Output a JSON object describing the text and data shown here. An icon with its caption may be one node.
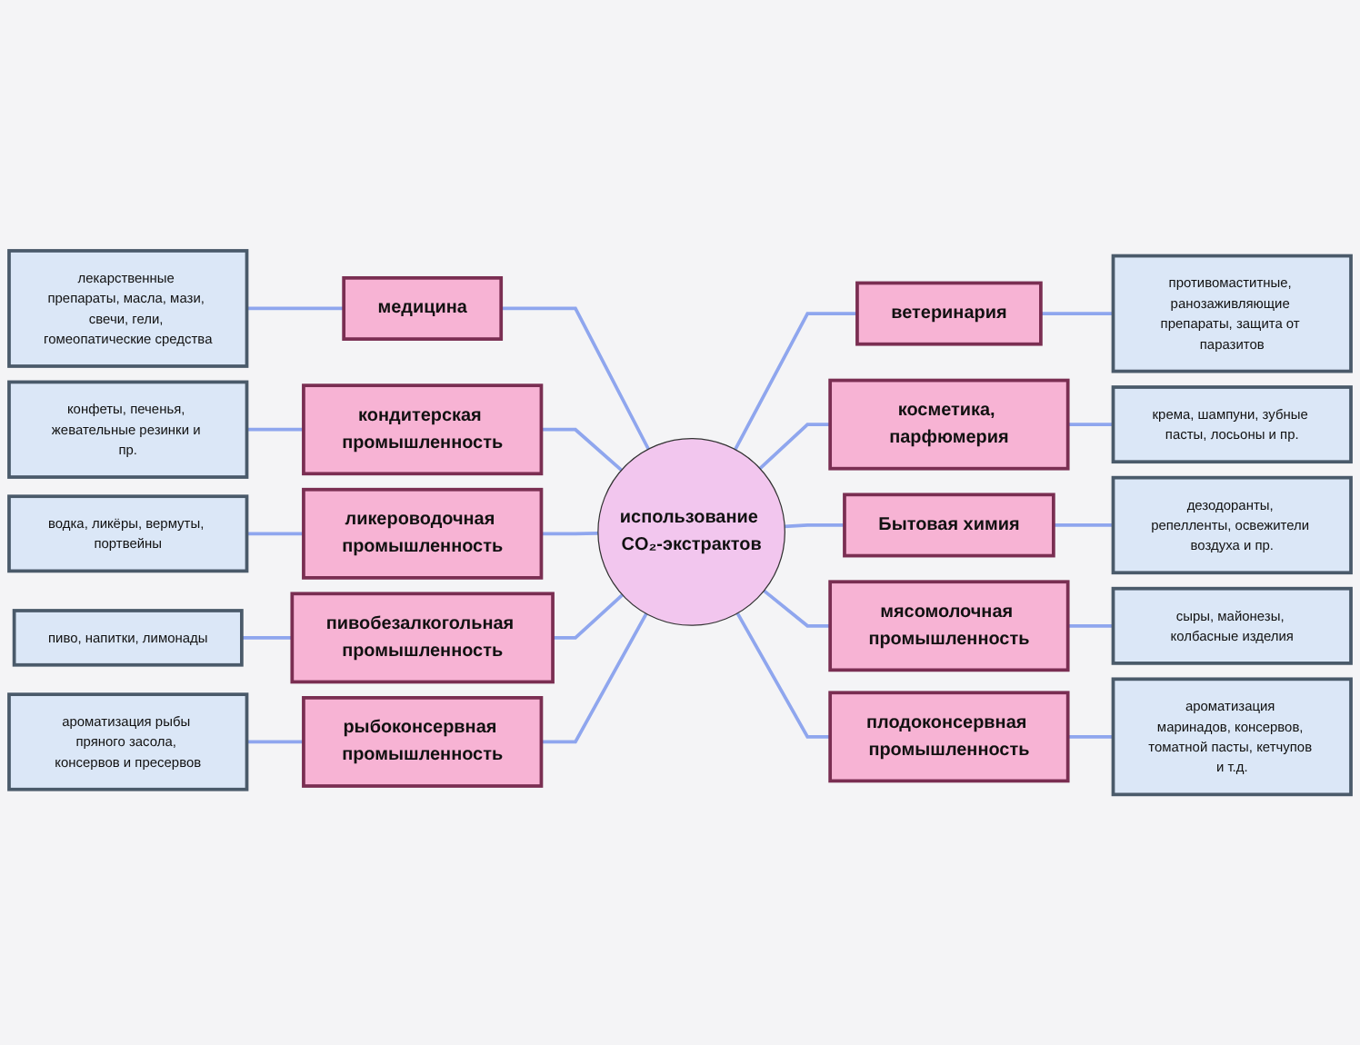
{
  "diagram": {
    "nodes": [
      {
        "text": [
          "использование CO₂-экстрактов"
        ]
      },
      {
        "text": [
          "лекарственные препараты, масла, мази, свечи, гели, гомеопатические средства"
        ]
      },
      {
        "text": [
          "медицина"
        ]
      },
      {
        "text": [
          "конфеты, печенья, жевательные резинки и пр."
        ]
      },
      {
        "text": [
          "кондитерская промышленность"
        ]
      },
      {
        "text": [
          "водка, ликёры, вермуты, портвейны"
        ]
      },
      {
        "text": [
          "ликероводочная промышленность"
        ]
      },
      {
        "text": [
          "пиво, напитки, лимонады"
        ]
      },
      {
        "text": [
          "пивобезалкогольная промышленность"
        ]
      },
      {
        "text": [
          "ароматизация рыбы пряного засола, консервов и пресервов"
        ]
      },
      {
        "text": [
          "рыбоконсервная промышленность"
        ]
      },
      {
        "text": [
          "ветеринария"
        ]
      },
      {
        "text": [
          "противомаститные, ранозаживляющие препараты, защита от паразитов"
        ]
      },
      {
        "text": [
          "косметика, парфюмерия"
        ]
      },
      {
        "text": [
          "крема, шампуни, зубные пасты, лосьоны и пр."
        ]
      },
      {
        "text": [
          "Бытовая химия"
        ]
      },
      {
        "text": [
          "дезодоранты, репелленты, освежители воздуха и пр."
        ]
      },
      {
        "text": [
          "мясомолочная промышленность"
        ]
      },
      {
        "text": [
          "сыры, майонезы, колбасные изделия"
        ]
      },
      {
        "text": [
          "плодоконсервная промышленность"
        ]
      },
      {
        "text": [
          "ароматизация маринадов, консервов, томатной пасты, кетчупов и т.д."
        ]
      }
    ],
    "edges": [
      {
        "from": 1,
        "to": 2,
        "arrow": "none"
      },
      {
        "from": 2,
        "to": 0,
        "arrow": "none"
      },
      {
        "from": 3,
        "to": 4,
        "arrow": "none"
      },
      {
        "from": 4,
        "to": 0,
        "arrow": "none"
      },
      {
        "from": 5,
        "to": 6,
        "arrow": "none"
      },
      {
        "from": 6,
        "to": 0,
        "arrow": "none"
      },
      {
        "from": 7,
        "to": 8,
        "arrow": "none"
      },
      {
        "from": 8,
        "to": 0,
        "arrow": "none"
      },
      {
        "from": 9,
        "to": 10,
        "arrow": "none"
      },
      {
        "from": 10,
        "to": 0,
        "arrow": "none"
      },
      {
        "from": 0,
        "to": 11,
        "arrow": "none"
      },
      {
        "from": 11,
        "to": 12,
        "arrow": "none"
      },
      {
        "from": 0,
        "to": 13,
        "arrow": "none"
      },
      {
        "from": 13,
        "to": 14,
        "arrow": "none"
      },
      {
        "from": 0,
        "to": 15,
        "arrow": "none"
      },
      {
        "from": 15,
        "to": 16,
        "arrow": "none"
      },
      {
        "from": 0,
        "to": 17,
        "arrow": "none"
      },
      {
        "from": 17,
        "to": 18,
        "arrow": "none"
      },
      {
        "from": 0,
        "to": 19,
        "arrow": "none"
      },
      {
        "from": 19,
        "to": 20,
        "arrow": "none"
      }
    ]
  }
}
